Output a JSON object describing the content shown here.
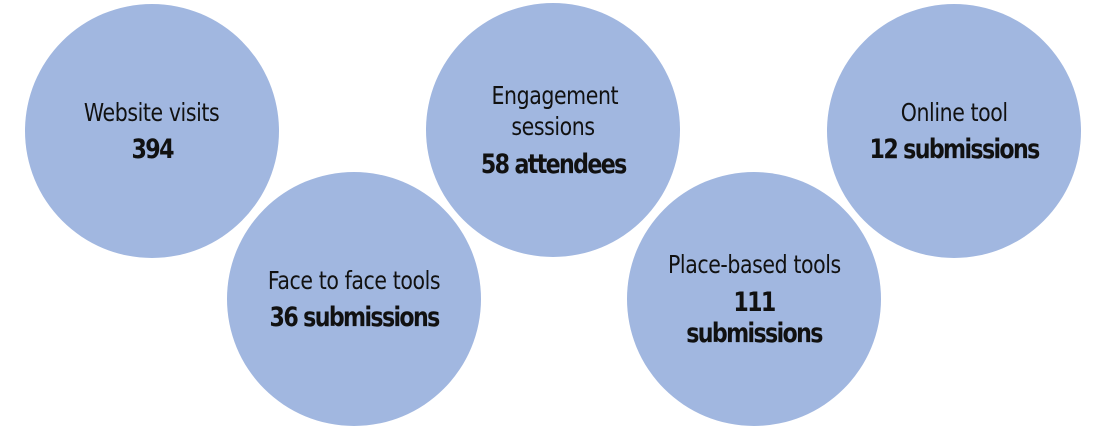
{
  "colors": {
    "circle_fill": "#a1b7e0",
    "text": "#111111"
  },
  "stats": [
    {
      "label": "Website visits",
      "value": "394"
    },
    {
      "label": "Face to face tools",
      "value": "36 submissions"
    },
    {
      "label": "Engagement sessions",
      "value": "58 attendees"
    },
    {
      "label": "Place-based tools",
      "value": "111 submissions"
    },
    {
      "label": "Online tool",
      "value": "12 submissions"
    }
  ]
}
